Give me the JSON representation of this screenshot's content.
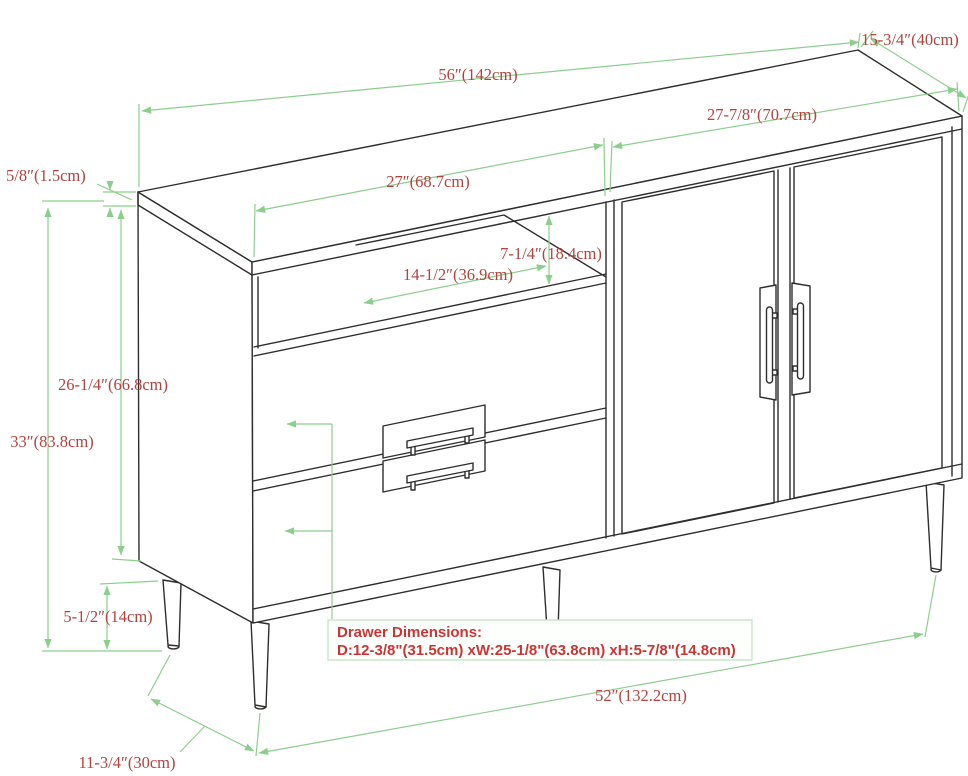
{
  "diagram": {
    "type": "furniture-dimension-drawing",
    "subject": "sideboard-buffet-cabinet"
  },
  "colors": {
    "dimension_line": "#8ccf8c",
    "dimension_text": "#b5413d",
    "callout_text": "#cc3434",
    "callout_border": "#bfe5bf",
    "drawing_line": "#2e2e2e",
    "background": "#ffffff"
  },
  "labels": {
    "top_width": "56″(142cm)",
    "depth": "15-3/4″(40cm)",
    "right_section_width": "27-7/8″(70.7cm)",
    "top_thickness": "5/8″(1.5cm)",
    "left_section_width": "27″(68.7cm)",
    "shelf_opening_height": "7-1/4″(18.4cm)",
    "shelf_opening_width": "14-1/2″(36.9cm)",
    "body_height": "26-1/4″(66.8cm)",
    "total_height": "33″(83.8cm)",
    "leg_height": "5-1/2″(14cm)",
    "leg_depth_spacing": "11-3/4″(30cm)",
    "leg_span": "52″(132.2cm)"
  },
  "callout": {
    "title": "Drawer Dimensions:",
    "detail": "D:12-3/8\"(31.5cm) xW:25-1/8\"(63.8cm) xH:5-7/8\"(14.8cm)"
  }
}
